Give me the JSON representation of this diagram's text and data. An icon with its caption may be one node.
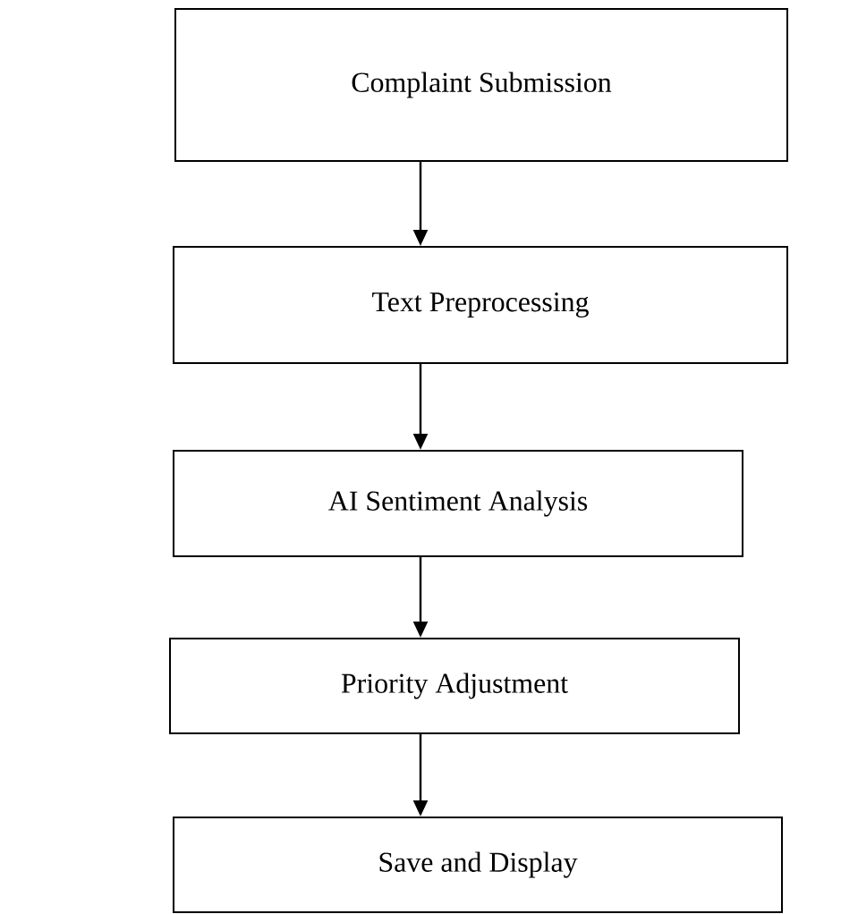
{
  "diagram": {
    "nodes": [
      {
        "text": [
          "Complaint Submission"
        ]
      },
      {
        "text": [
          "Text Preprocessing"
        ]
      },
      {
        "text": [
          "AI Sentiment Analysis"
        ]
      },
      {
        "text": [
          "Priority Adjustment"
        ]
      },
      {
        "text": [
          "Save and Display"
        ]
      }
    ],
    "edges": [
      {
        "from": 0,
        "to": 1,
        "arrow": "to"
      },
      {
        "from": 1,
        "to": 2,
        "arrow": "to"
      },
      {
        "from": 2,
        "to": 3,
        "arrow": "to"
      },
      {
        "from": 3,
        "to": 4,
        "arrow": "to"
      }
    ]
  }
}
